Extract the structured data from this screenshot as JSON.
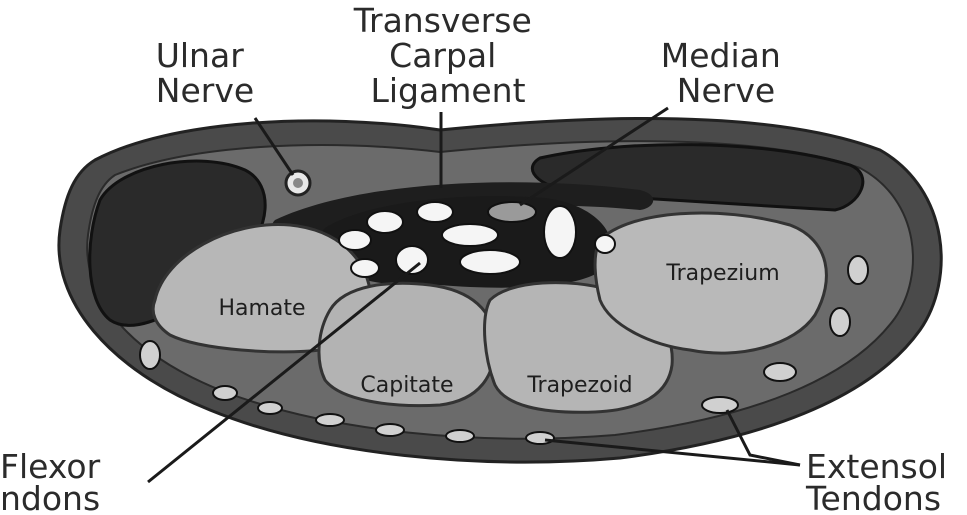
{
  "figure": {
    "labels": {
      "transverse_carpal_ligament": [
        "Transverse",
        "Carpal",
        "Ligament"
      ],
      "ulnar_nerve": [
        "Ulnar",
        "Nerve"
      ],
      "median_nerve": [
        "Median",
        "Nerve"
      ],
      "flexor_tendons": [
        "Flexor",
        "ndons"
      ],
      "extensor_tendons": [
        "Extensol",
        "Tendons"
      ]
    },
    "bones": {
      "hamate": "Hamate",
      "capitate": "Capitate",
      "trapezoid": "Trapezoid",
      "trapezium": "Trapezium"
    }
  }
}
